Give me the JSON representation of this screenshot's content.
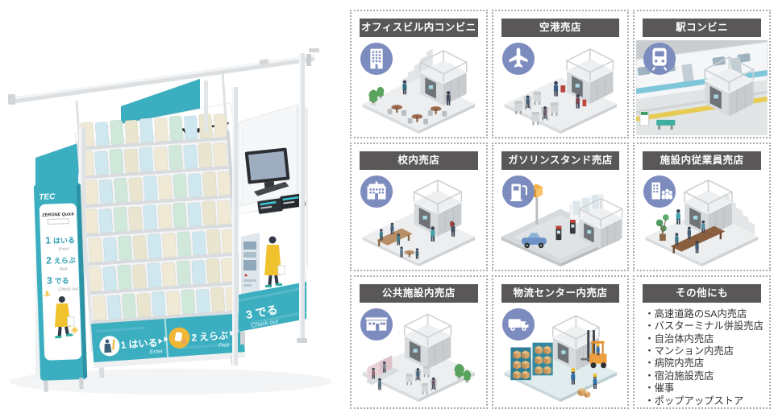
{
  "brand_colors": {
    "teal": "#3BAEC0",
    "title_bar": "#595757",
    "icon_circle": "#7D8CBE",
    "accent_yellow": "#F2B635",
    "pack_pastels": [
      "#efe9d6",
      "#cfe7ee",
      "#cfe8da",
      "#e9e5cf"
    ]
  },
  "kiosk": {
    "logo": "ZERONE Quick",
    "brand": "TEC",
    "steps": [
      {
        "num": "1",
        "jp": "はいる",
        "en": "Enter"
      },
      {
        "num": "2",
        "jp": "えらぶ",
        "en": "Pick"
      },
      {
        "num": "3",
        "jp": "でる",
        "en": "Check out"
      }
    ]
  },
  "grid": {
    "cells": [
      {
        "title": "オフィスビル内コンビニ",
        "icon": "office-building"
      },
      {
        "title": "空港売店",
        "icon": "airplane"
      },
      {
        "title": "駅コンビニ",
        "icon": "train"
      },
      {
        "title": "校内売店",
        "icon": "school"
      },
      {
        "title": "ガソリンスタンド売店",
        "icon": "fuel-pump"
      },
      {
        "title": "施設内従業員売店",
        "icon": "building-staff"
      },
      {
        "title": "公共施設内売店",
        "icon": "public-facility"
      },
      {
        "title": "物流センター内売店",
        "icon": "truck"
      },
      {
        "title": "その他にも",
        "icon": ""
      }
    ],
    "others": [
      "・高速道路のSA内売店",
      "・バスターミナル併設売店",
      "・自治体内売店",
      "・マンション内売店",
      "・病院内売店",
      "・宿泊施設売店",
      "・催事",
      "・ポップアップストア"
    ]
  }
}
